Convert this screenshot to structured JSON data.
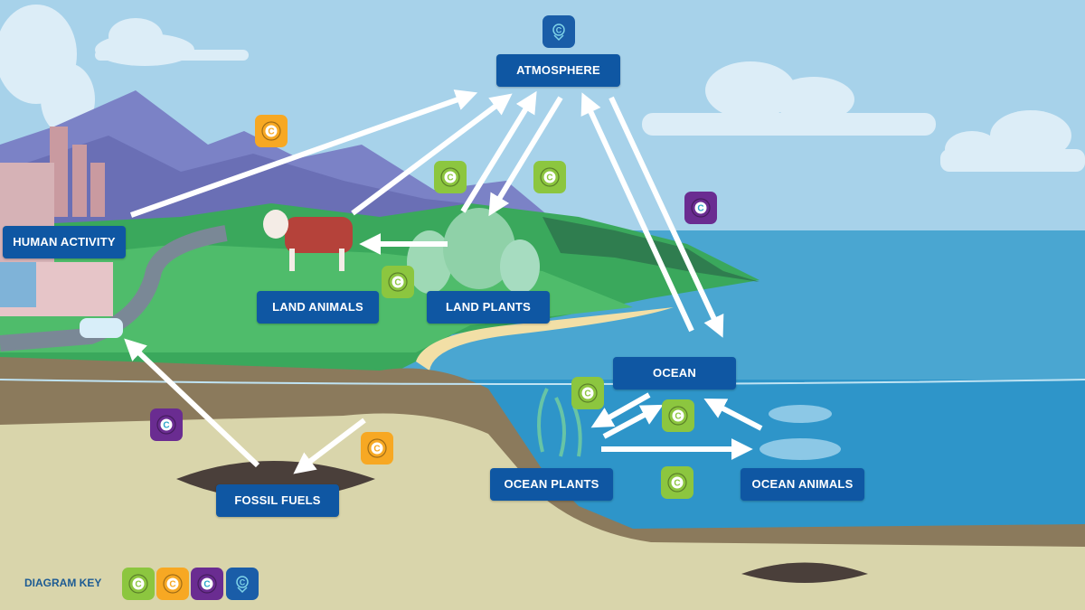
{
  "labels": {
    "atmosphere": "ATMOSPHERE",
    "human_activity": "HUMAN ACTIVITY",
    "land_animals": "LAND ANIMALS",
    "land_plants": "LAND PLANTS",
    "ocean": "OCEAN",
    "ocean_plants": "OCEAN PLANTS",
    "ocean_animals": "OCEAN ANIMALS",
    "fossil_fuels": "FOSSIL FUELS"
  },
  "key": {
    "title": "DIAGRAM KEY",
    "icons": [
      "carbon-green-icon",
      "carbon-orange-icon",
      "carbon-purple-icon",
      "carbon-store-blue-icon"
    ]
  },
  "colors": {
    "label_bg": "#0f57a3",
    "green": "#8cc63f",
    "orange": "#f7a823",
    "purple": "#6a2c91",
    "blue": "#1a5da8"
  }
}
